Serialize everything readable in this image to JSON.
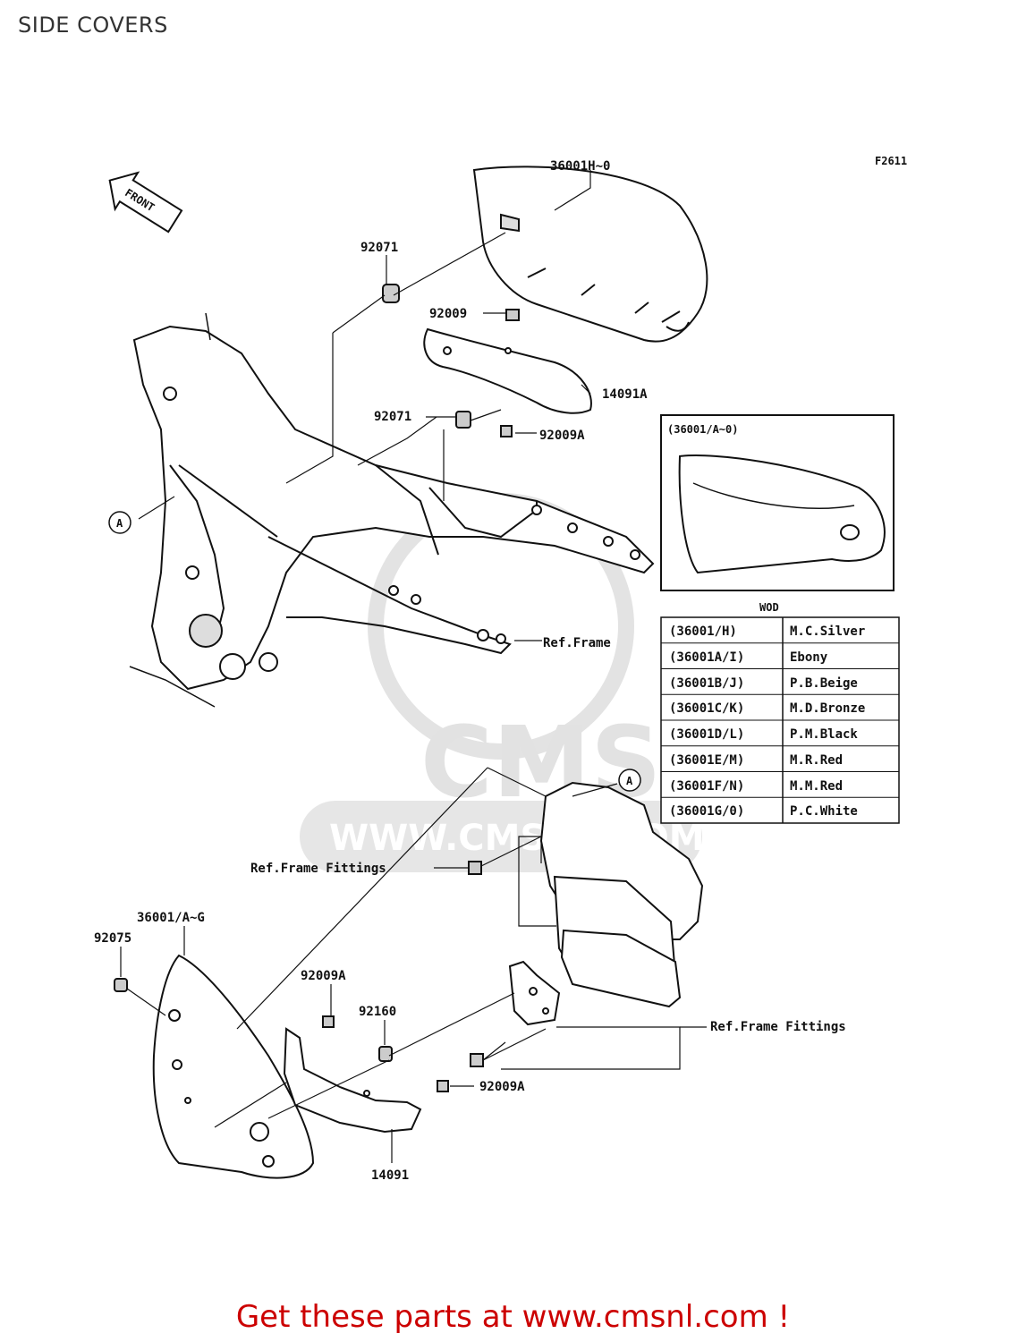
{
  "title": "SIDE COVERS",
  "figure_code": "F2611",
  "front_label": "FRONT",
  "callouts": {
    "cover_right": "36001H~0",
    "nut_upper": "92071",
    "bolt_upper": "92009",
    "bracket_upper": "14091A",
    "nut_mid": "92071",
    "bolt_mid": "92009A",
    "marker_a_left": "A",
    "marker_a_right": "A",
    "ref_frame": "Ref.Frame",
    "ref_frame_fittings_left": "Ref.Frame Fittings",
    "ref_frame_fittings_right": "Ref.Frame Fittings",
    "cover_left": "36001/A~G",
    "nut_left": "92075",
    "bolt_lower_1": "92009A",
    "grommet": "92160",
    "bolt_lower_2": "92009A",
    "bracket_lower": "14091"
  },
  "inset": {
    "label": "(36001/A~0)"
  },
  "color_table": {
    "heading": "WOD",
    "rows": [
      {
        "code": "(36001/H)",
        "color": "M.C.Silver"
      },
      {
        "code": "(36001A/I)",
        "color": "Ebony"
      },
      {
        "code": "(36001B/J)",
        "color": "P.B.Beige"
      },
      {
        "code": "(36001C/K)",
        "color": "M.D.Bronze"
      },
      {
        "code": "(36001D/L)",
        "color": "P.M.Black"
      },
      {
        "code": "(36001E/M)",
        "color": "M.R.Red"
      },
      {
        "code": "(36001F/N)",
        "color": "M.M.Red"
      },
      {
        "code": "(36001G/0)",
        "color": "P.C.White"
      }
    ]
  },
  "watermark": {
    "brand": "CMS",
    "url": "WWW.CMSNL.COM"
  },
  "footer": "Get these parts at www.cmsnl.com !",
  "colors": {
    "footer": "#cc0000",
    "lines": "#111111",
    "watermark": "#e2e2e2"
  }
}
